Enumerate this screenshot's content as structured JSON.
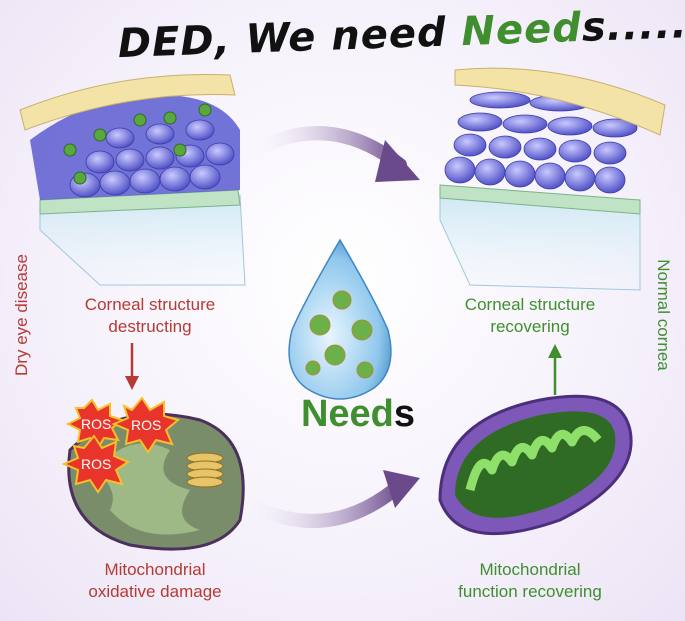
{
  "title": {
    "part1": "DED, We need ",
    "part2": "Need",
    "part3": "s......"
  },
  "left_side": "Dry eye disease",
  "right_side": "Normal cornea",
  "top_left": "Corneal structure\ndestructing",
  "top_right": "Corneal structure\nrecovering",
  "bottom_left": "Mitochondrial\noxidative damage",
  "bottom_right": "Mitochondrial\nfunction recovering",
  "center": {
    "main": "Need",
    "tail": "s"
  },
  "ros_labels": [
    "ROS",
    "ROS",
    "ROS"
  ],
  "colors": {
    "red": "#b63a33",
    "green": "#3f8f2f",
    "purple_arrow": "#6b4a8c"
  }
}
